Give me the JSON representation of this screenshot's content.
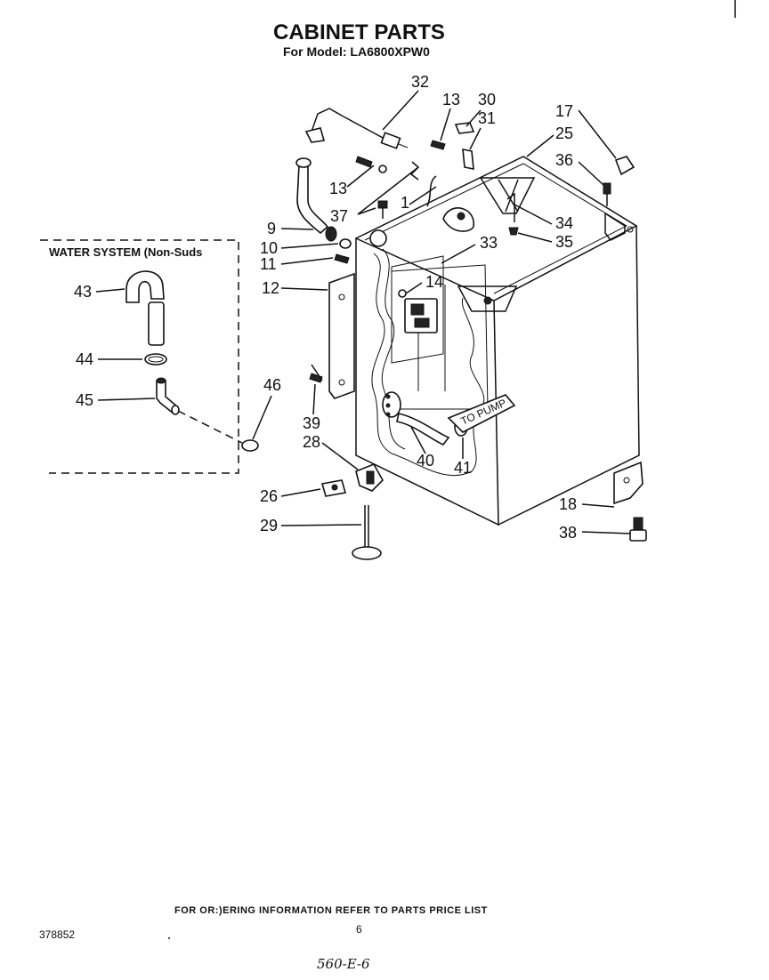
{
  "header": {
    "title": "CABINET PARTS",
    "model_line": "For Model: LA6800XPW0"
  },
  "water_system": {
    "label": "WATER SYSTEM (Non-Suds"
  },
  "callouts": {
    "c32": "32",
    "c13a": "13",
    "c30": "30",
    "c31": "31",
    "c17": "17",
    "c25": "25",
    "c36": "36",
    "c13b": "13",
    "c1": "1",
    "c37": "37",
    "c34": "34",
    "c35": "35",
    "c9": "9",
    "c10": "10",
    "c11": "11",
    "c33": "33",
    "c14": "14",
    "c12": "12",
    "c43": "43",
    "c44": "44",
    "c45": "45",
    "c46": "46",
    "c39": "39",
    "c28": "28",
    "c40": "40",
    "c41": "41",
    "c26": "26",
    "c29": "29",
    "c18": "18",
    "c38": "38"
  },
  "inline_labels": {
    "to_pump": "TO PUMP"
  },
  "footer": {
    "ordering_note": "FOR OR:)ERING INFORMATION REFER TO PARTS PRICE LIST",
    "doc_number": "378852",
    "page_number": "6",
    "handwritten_note": "560-E-6"
  }
}
